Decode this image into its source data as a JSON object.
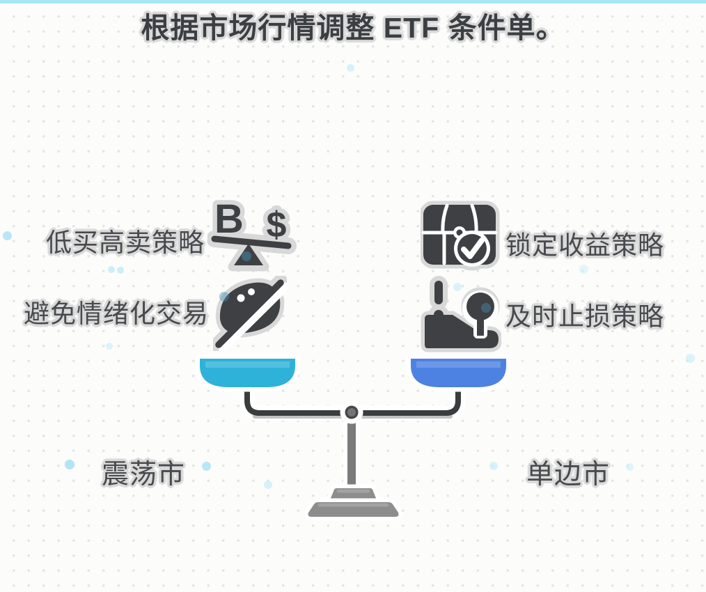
{
  "title": "根据市场行情调整 ETF 条件单。",
  "left": {
    "market_label": "震荡市",
    "items": [
      {
        "label": "低买高卖策略",
        "icon": "bitcoin-dollar-seesaw-icon"
      },
      {
        "label": "避免情绪化交易",
        "icon": "eye-off-icon"
      }
    ]
  },
  "right": {
    "market_label": "单边市",
    "items": [
      {
        "label": "锁定收益策略",
        "icon": "treasure-chest-check-icon"
      },
      {
        "label": "及时止损策略",
        "icon": "stop-loss-lever-icon"
      }
    ]
  },
  "seesaw": {
    "left_symbol": "B",
    "right_symbol": "$"
  },
  "colors": {
    "top_bar": "#a9e7f2",
    "left_pan": "#2fb2d9",
    "right_pan": "#4e82e2",
    "icon_dark": "#3e4044",
    "sticker_outline": "#d8d8d8"
  }
}
